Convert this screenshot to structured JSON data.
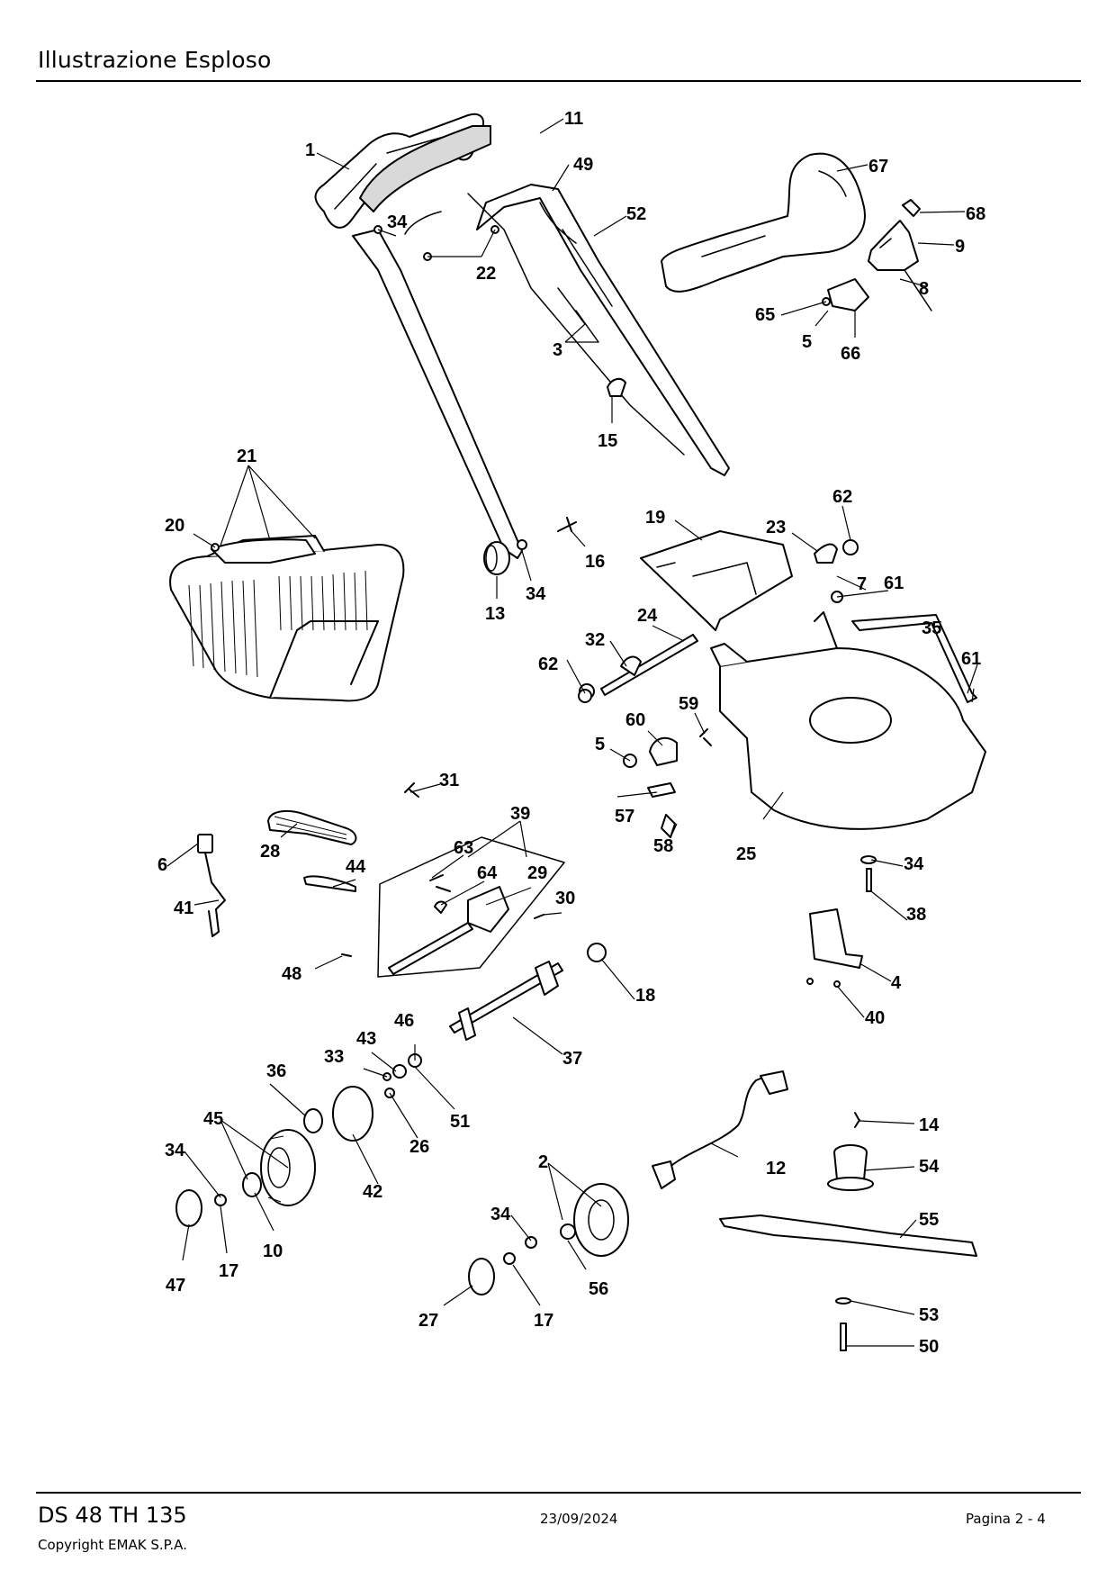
{
  "header": {
    "title": "Illustrazione  Esploso"
  },
  "footer": {
    "model": "DS 48 TH 135",
    "date": "23/09/2024",
    "page": "Pagina 2 - 4",
    "copyright": "Copyright EMAK S.P.A."
  },
  "diagram": {
    "callouts": [
      "1",
      "11",
      "49",
      "52",
      "67",
      "68",
      "9",
      "8",
      "34",
      "22",
      "65",
      "5",
      "66",
      "3",
      "15",
      "21",
      "20",
      "62",
      "19",
      "23",
      "16",
      "13",
      "34",
      "7",
      "61",
      "24",
      "32",
      "35",
      "62",
      "61",
      "59",
      "60",
      "5",
      "31",
      "57",
      "58",
      "25",
      "28",
      "39",
      "63",
      "64",
      "29",
      "6",
      "44",
      "34",
      "41",
      "30",
      "38",
      "48",
      "18",
      "4",
      "40",
      "43",
      "46",
      "33",
      "37",
      "36",
      "51",
      "45",
      "26",
      "42",
      "34",
      "10",
      "2",
      "12",
      "14",
      "54",
      "17",
      "47",
      "34",
      "56",
      "55",
      "27",
      "17",
      "53",
      "50"
    ]
  }
}
